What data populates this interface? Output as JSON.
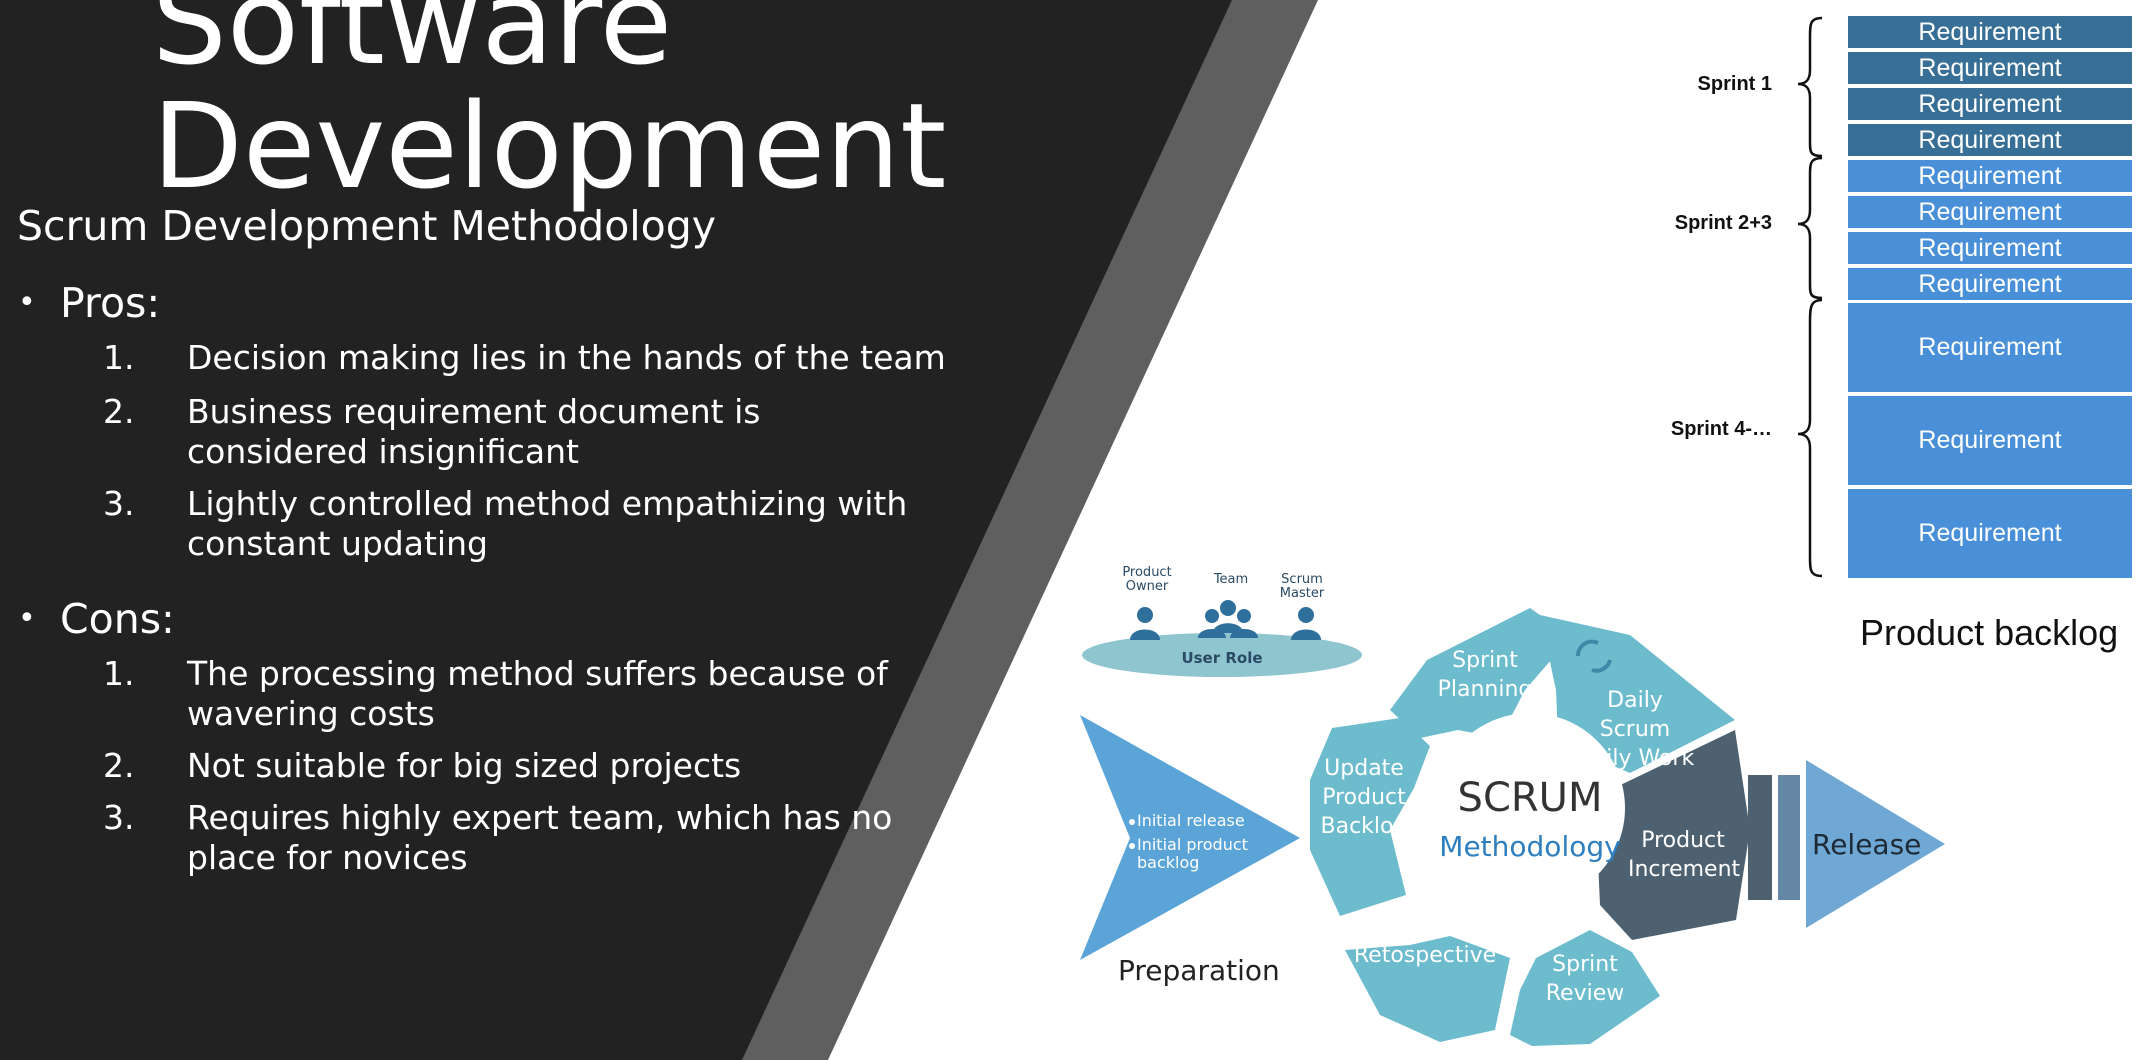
{
  "slide": {
    "title_line1": "Software",
    "title_line2": "Development",
    "subtitle": "Scrum Development Methodology",
    "pros": {
      "heading": "Pros:",
      "items": [
        {
          "num": "1.",
          "lines": [
            "Decision making lies in the hands of the team"
          ]
        },
        {
          "num": "2.",
          "lines": [
            "Business requirement document is",
            "considered insignificant"
          ]
        },
        {
          "num": "3.",
          "lines": [
            "Lightly controlled method empathizing with",
            "constant updating"
          ]
        }
      ]
    },
    "cons": {
      "heading": "Cons:",
      "items": [
        {
          "num": "1.",
          "lines": [
            "The processing method suffers because of",
            "wavering costs"
          ]
        },
        {
          "num": "2.",
          "lines": [
            "Not suitable for big sized projects"
          ]
        },
        {
          "num": "3.",
          "lines": [
            "Requires highly expert team, which has no",
            "place for novices"
          ]
        }
      ]
    },
    "bullet_glyph": "•"
  },
  "backlog": {
    "requirement_label": "Requirement",
    "sprints": [
      {
        "label": "Sprint 1",
        "count": 4
      },
      {
        "label": "Sprint 2+3",
        "count": 4
      },
      {
        "label": "Sprint 4-…",
        "count": 3
      }
    ],
    "caption": "Product backlog",
    "colors": {
      "sprint1": "#386f96",
      "later": "#4a90d9"
    }
  },
  "scrum": {
    "roles": {
      "product_owner": "Product Owner",
      "team": "Team",
      "scrum_master": "Scrum Master",
      "user_role": "User Role"
    },
    "preparation": {
      "items": [
        "Initial release",
        "Initial product backlog"
      ],
      "label": "Preparation"
    },
    "center": {
      "line1": "SCRUM",
      "line2": "Methodology"
    },
    "segments": {
      "sprint_planning": "Sprint Planning",
      "daily": "Daily Scrum Daily Work",
      "product_increment": "Product Increment",
      "sprint_review": "Sprint Review",
      "sprint_retrospective": "Sprint Retospective",
      "update_backlog": "Update Product Backlog"
    },
    "release": "Release",
    "colors": {
      "segment": "#6cbccd",
      "dark": "#4d6170",
      "arrow": "#5ba4d8",
      "role_ellipse": "#8fc5cf"
    }
  }
}
